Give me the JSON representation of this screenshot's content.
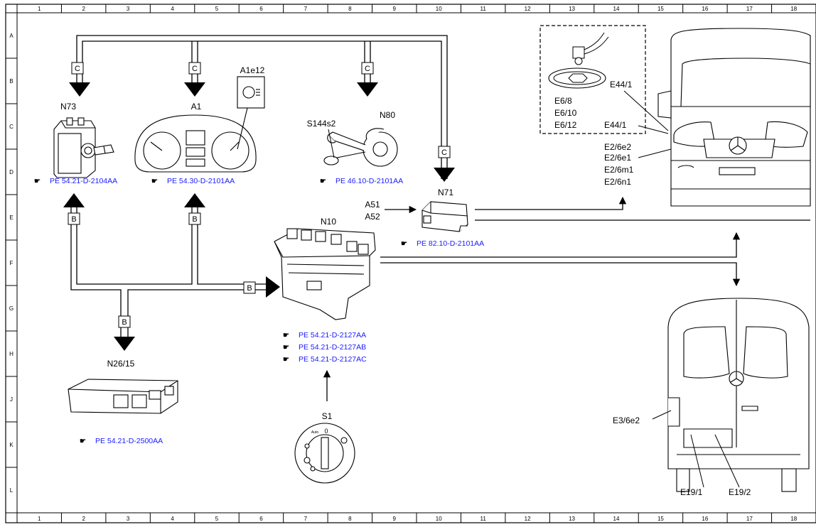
{
  "grid": {
    "columns": [
      "1",
      "2",
      "3",
      "4",
      "5",
      "6",
      "7",
      "8",
      "9",
      "10",
      "11",
      "12",
      "13",
      "14",
      "15",
      "16",
      "17",
      "18"
    ],
    "rows": [
      "A",
      "B",
      "C",
      "D",
      "E",
      "F",
      "G",
      "H",
      "J",
      "K",
      "L"
    ]
  },
  "components": {
    "n73": "N73",
    "a1": "A1",
    "a1e12": "A1e12",
    "s144s2": "S144s2",
    "n80": "N80",
    "n71": "N71",
    "a51": "A51",
    "a52": "A52",
    "n10": "N10",
    "n26_15": "N26/15",
    "s1": "S1",
    "e6_8": "E6/8",
    "e6_10": "E6/10",
    "e6_12": "E6/12",
    "e44_1_top": "E44/1",
    "e44_1_mid": "E44/1",
    "e2_6e2": "E2/6e2",
    "e2_6e1": "E2/6e1",
    "e2_6m1": "E2/6m1",
    "e2_6n1": "E2/6n1",
    "e3_6e2": "E3/6e2",
    "e19_1": "E19/1",
    "e19_2": "E19/2"
  },
  "refs": {
    "n73": "PE 54.21-D-2104AA",
    "a1": "PE 54.30-D-2101AA",
    "n80": "PE 46.10-D-2101AA",
    "n71": "PE 82.10-D-2101AA",
    "n10_a": "PE 54.21-D-2127AA",
    "n10_b": "PE 54.21-D-2127AB",
    "n10_c": "PE 54.21-D-2127AC",
    "n26_15": "PE 54.21-D-2500AA"
  },
  "bus_labels": {
    "c": "C",
    "b": "B"
  },
  "switch_marks": {
    "auto": "Auto",
    "zero": "0"
  },
  "icons": {
    "ref": "reference-hand-icon"
  }
}
